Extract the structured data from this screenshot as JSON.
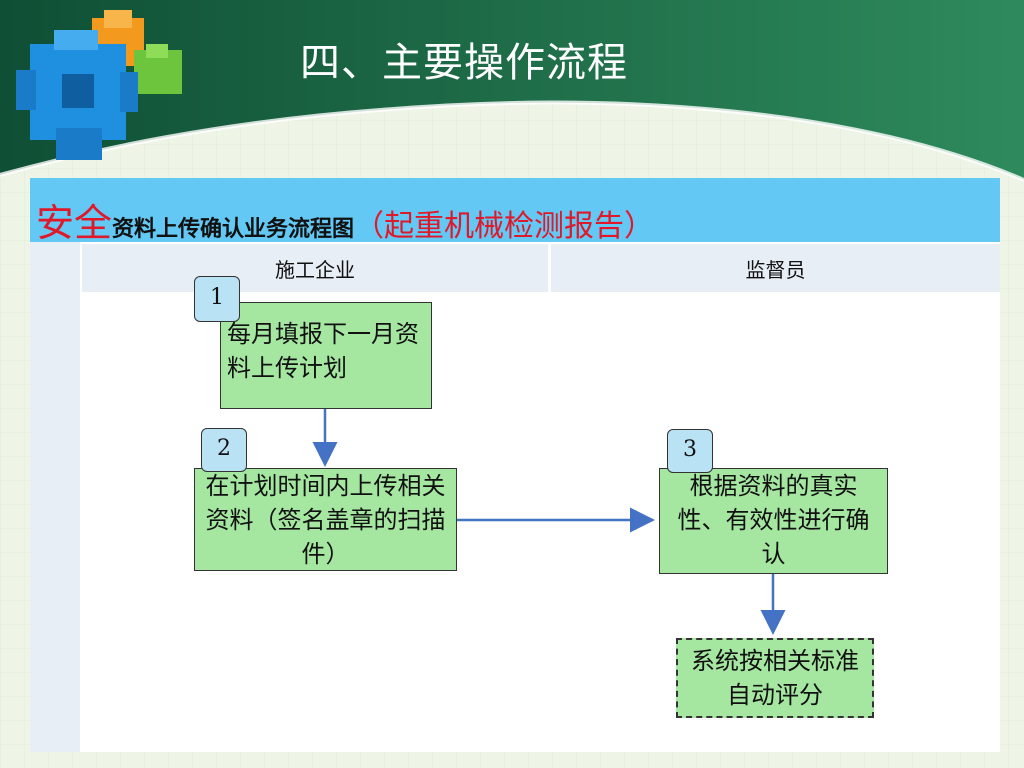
{
  "title": "四、主要操作流程",
  "header": {
    "part1": "安全",
    "part2": "资料上传确认业务流程图",
    "part3": "（起重机械检测报告）"
  },
  "lanes": [
    "施工企业",
    "监督员"
  ],
  "steps": [
    {
      "num": "1",
      "text": "每月填报下一月资料上传计划"
    },
    {
      "num": "2",
      "text": "在计划时间内上传相关资料（签名盖章的扫描件）"
    },
    {
      "num": "3",
      "text": "根据资料的真实性、有效性进行确认"
    },
    {
      "num": "",
      "text": "系统按相关标准自动评分"
    }
  ],
  "colors": {
    "header_bg": "#63c8f4",
    "box_fill": "#a5e6a1",
    "num_fill": "#b9e2f5",
    "arrow": "#4472c4",
    "accent_red": "#e0192a"
  }
}
